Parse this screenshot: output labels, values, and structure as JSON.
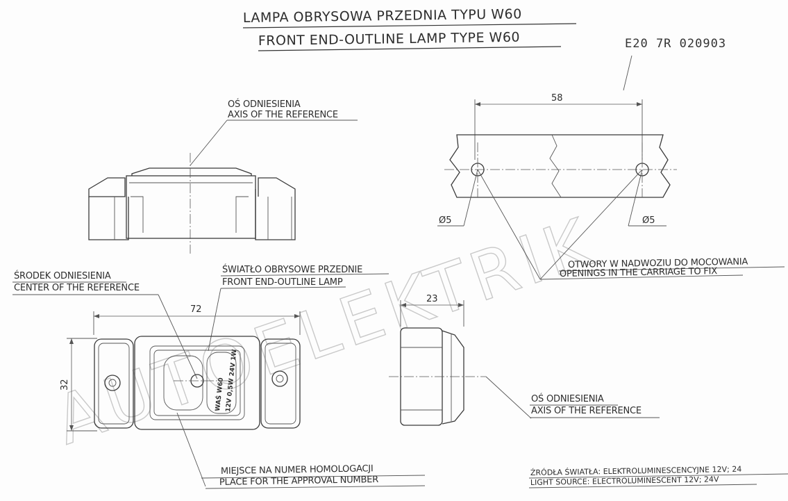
{
  "title": {
    "line1": "LAMPA  OBRYSOWA PRZEDNIA TYPU W60",
    "line2": "FRONT END-OUTLINE  LAMP TYPE W60"
  },
  "approval_code": "E20  7R  020903",
  "watermark": "AUTOELEKTRIK",
  "side_view": {
    "axis_label_pl": "OŚ ODNIESIENIA",
    "axis_label_en": "AXIS OF THE REFERENCE"
  },
  "front_view": {
    "center_label_pl": "ŚRODEK ODNIESIENIA",
    "center_label_en": "CENTER OF THE REFERENCE",
    "lamp_label_pl": "ŚWIATŁO OBRYSOWE PRZEDNIE",
    "lamp_label_en": "FRONT END-OUTLINE LAMP",
    "width_dim": "72",
    "height_dim": "32",
    "lens_marking_1": "WAŚ W60",
    "lens_marking_2": "12V 0,5W 24V 1W",
    "approval_place_pl": "MIEJSCE NA NUMER HOMOLOGACJI",
    "approval_place_en": "PLACE FOR THE APPROVAL NUMBER"
  },
  "mounting_view": {
    "spacing_dim": "58",
    "hole_left_dim": "Ø5",
    "hole_right_dim": "Ø5",
    "openings_label_pl": "OTWORY W NADWOZIU DO MOCOWANIA",
    "openings_label_en": "OPENINGS IN THE CARRIAGE TO FIX"
  },
  "end_view": {
    "depth_dim": "23",
    "axis_label_pl": "OŚ ODNIESIENIA",
    "axis_label_en": "AXIS OF THE REFERENCE"
  },
  "light_source": {
    "line_pl": "ŹRÓDŁA ŚWIATŁA: ELEKTROLUMINESCENCYJNE 12V; 24",
    "line_en": "LIGHT SOURCE: ELECTROLUMINESCENT  12V; 24V"
  }
}
